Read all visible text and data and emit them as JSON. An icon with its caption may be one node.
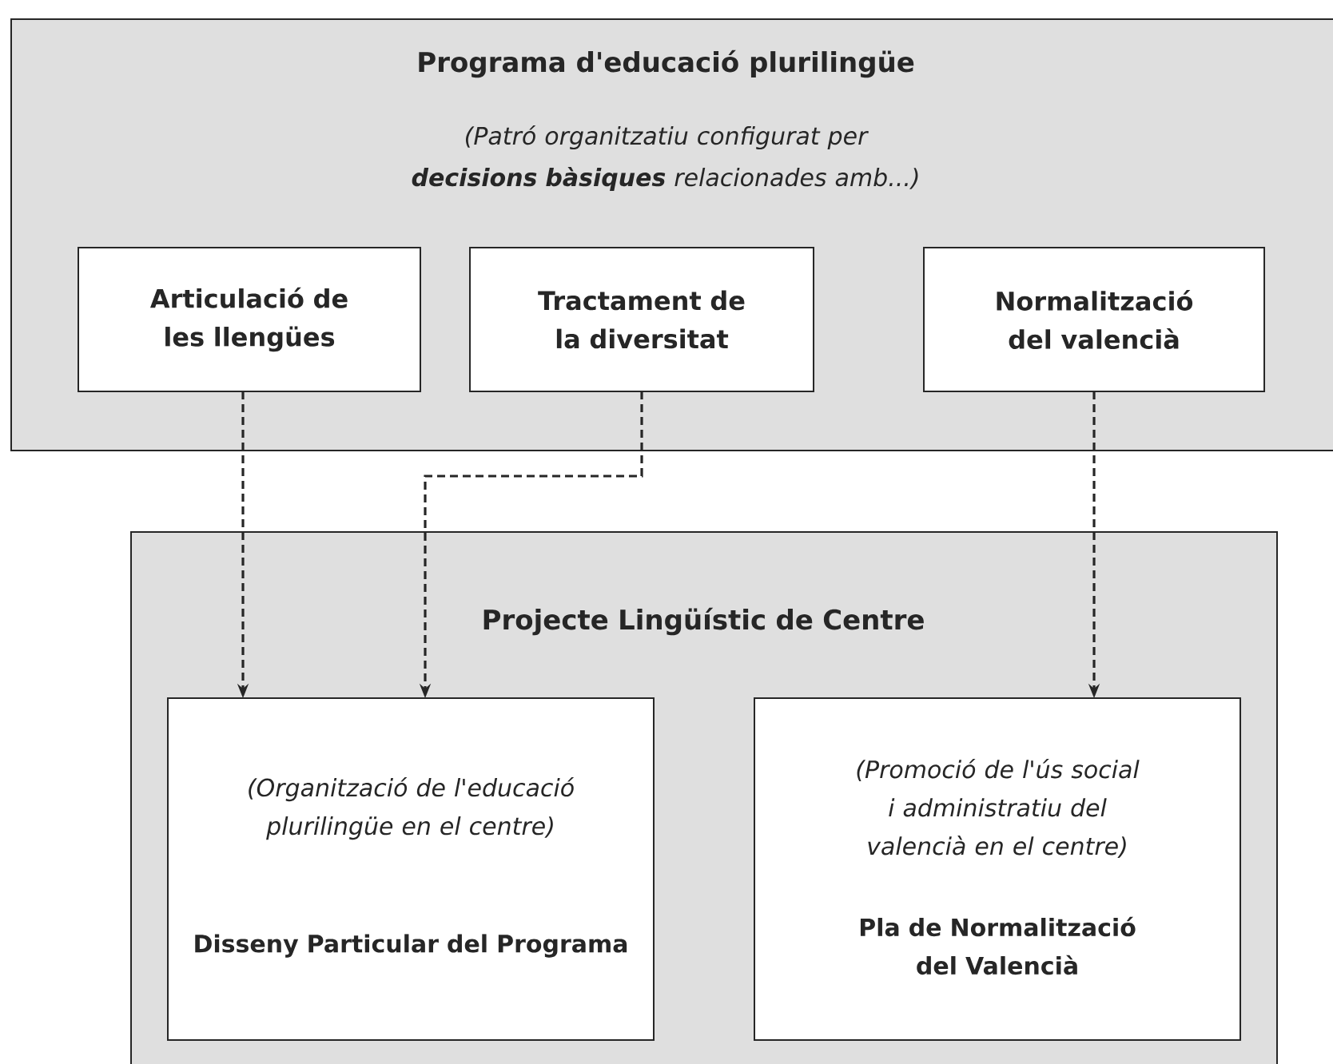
{
  "diagram": {
    "nodes": [
      {
        "text": [
          "Programa d'educació plurilingüe",
          "(Patró organitzatiu configurat per **decisions bàsiques** relacionades amb...)"
        ]
      },
      {
        "text": [
          "Articulació de les llengües"
        ],
        "in": 0
      },
      {
        "text": [
          "Tractament de la diversitat"
        ],
        "in": 0
      },
      {
        "text": [
          "Normalització del valencià"
        ],
        "in": 0
      },
      {
        "text": [
          "Projecte Lingüístic de Centre"
        ]
      },
      {
        "text": [
          "(Organització de l'educació plurilingüe en el centre)",
          "Disseny Particular del Programa"
        ],
        "in": 4
      },
      {
        "text": [
          "(Promoció de l'ús social i administratiu del valencià en el centre)",
          "Pla de Normalització del Valencià"
        ],
        "in": 4
      }
    ],
    "edges": [
      {
        "from": 1,
        "to": 5,
        "arrow": "to",
        "style": "dashed"
      },
      {
        "from": 2,
        "to": 5,
        "arrow": "to",
        "style": "dashed"
      },
      {
        "from": 3,
        "to": 6,
        "arrow": "to",
        "style": "dashed"
      }
    ]
  }
}
